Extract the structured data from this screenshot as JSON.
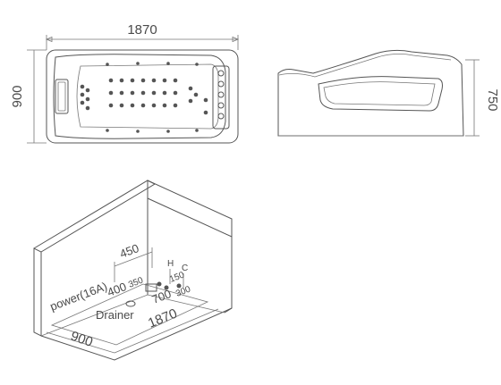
{
  "top_view": {
    "length_label": "1870",
    "width_label": "900"
  },
  "side_view": {
    "height_label": "750"
  },
  "installation": {
    "depth_label": "900",
    "length_label": "1870",
    "offset_450": "450",
    "offset_400": "400",
    "offset_350": "350",
    "offset_150": "150",
    "offset_700": "700",
    "offset_300": "300",
    "hot_label": "H",
    "cold_label": "C",
    "power_label": "power(16A)",
    "drainer_label": "Drainer"
  }
}
